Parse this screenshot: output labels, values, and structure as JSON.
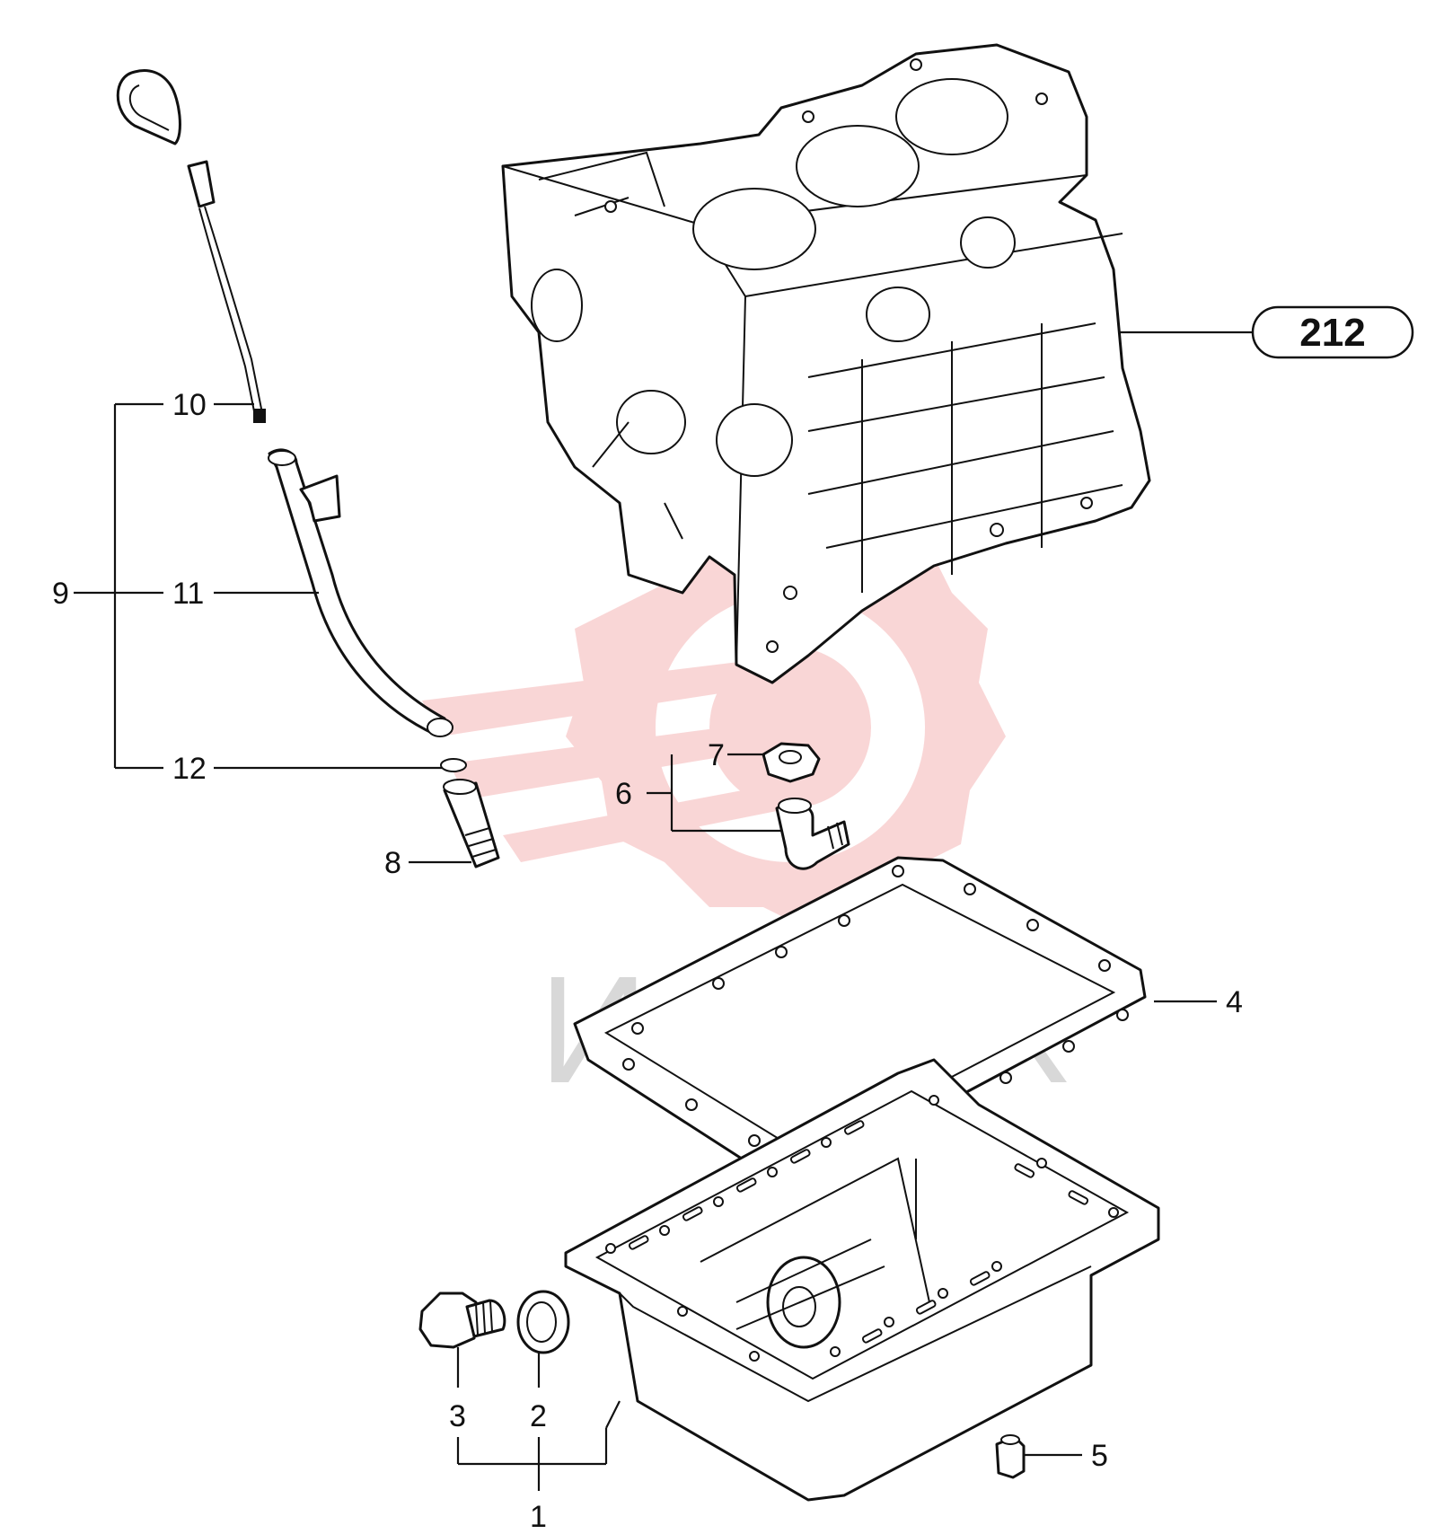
{
  "reference_label": "212",
  "watermark": "ИНТЕХ",
  "callouts": {
    "c1": "1",
    "c2": "2",
    "c3": "3",
    "c4": "4",
    "c5": "5",
    "c6": "6",
    "c7": "7",
    "c8": "8",
    "c9": "9",
    "c10": "10",
    "c11": "11",
    "c12": "12"
  },
  "colors": {
    "line": "#111111",
    "watermark_logo": "#f7c4c4",
    "watermark_text": "#d8d8d8"
  }
}
